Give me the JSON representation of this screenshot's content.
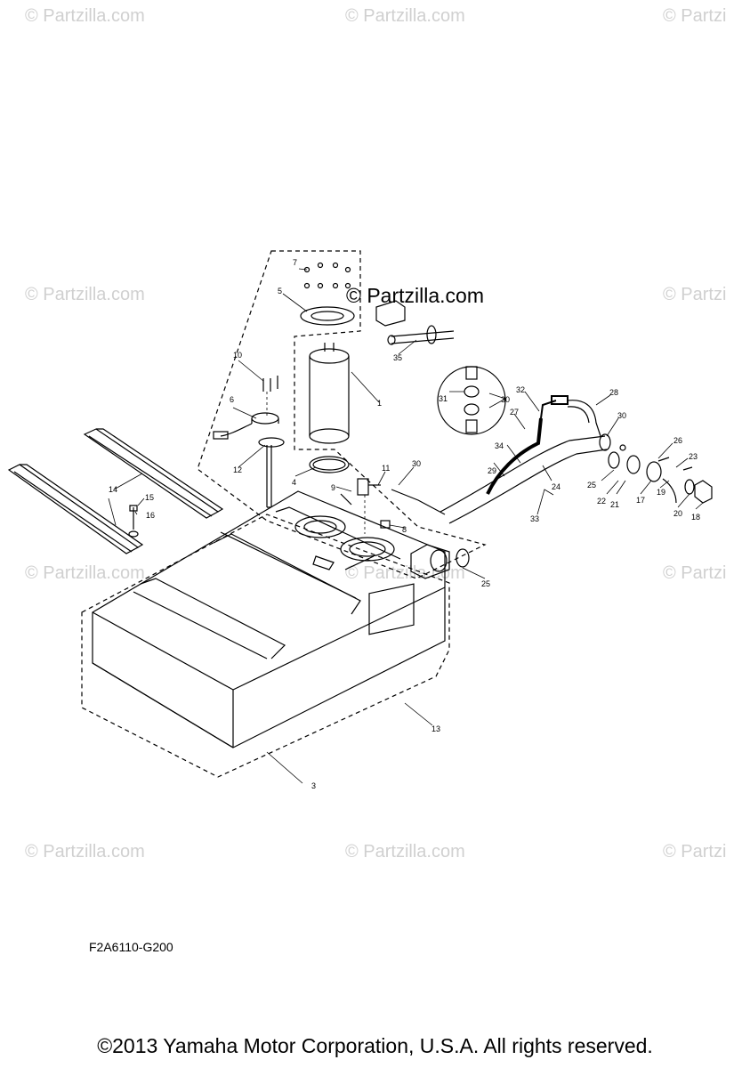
{
  "watermark": "© Partzilla.com",
  "watermark_partial": "© Partzi",
  "center_watermark": "© Partzilla.com",
  "diagram_code": "F2A6110-G200",
  "copyright": "©2013 Yamaha Motor Corporation, U.S.A. All rights reserved.",
  "callouts": [
    "1",
    "3",
    "4",
    "5",
    "6",
    "7",
    "8",
    "9",
    "10",
    "11",
    "12",
    "13",
    "14",
    "15",
    "16",
    "17",
    "18",
    "19",
    "20",
    "21",
    "22",
    "23",
    "24",
    "25",
    "26",
    "27",
    "28",
    "29",
    "30",
    "31",
    "32",
    "33",
    "34",
    "35"
  ],
  "colors": {
    "ink": "#000000",
    "watermark": "#d0d0d0",
    "background": "#ffffff"
  }
}
